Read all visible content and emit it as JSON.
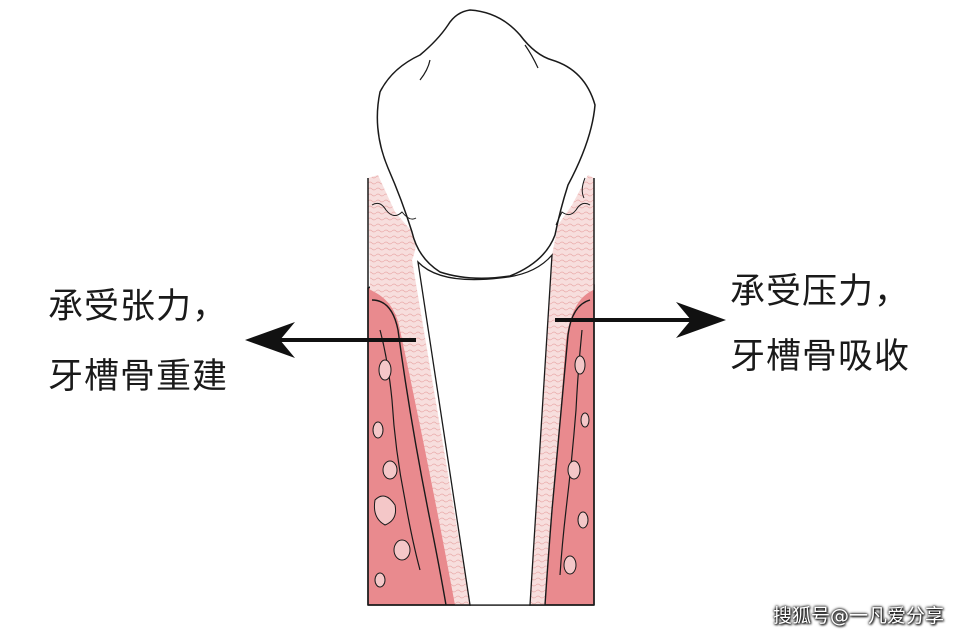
{
  "labels": {
    "left_line1": "承受张力，",
    "left_line2": "牙槽骨重建",
    "right_line1": "承受压力，",
    "right_line2": "牙槽骨吸收"
  },
  "watermark": "搜狐号@一凡爱分享",
  "colors": {
    "bone_pink": "#e98a8e",
    "ligament_pink": "#f6d6d4",
    "outline": "#1a1a1a",
    "background": "#ffffff"
  }
}
